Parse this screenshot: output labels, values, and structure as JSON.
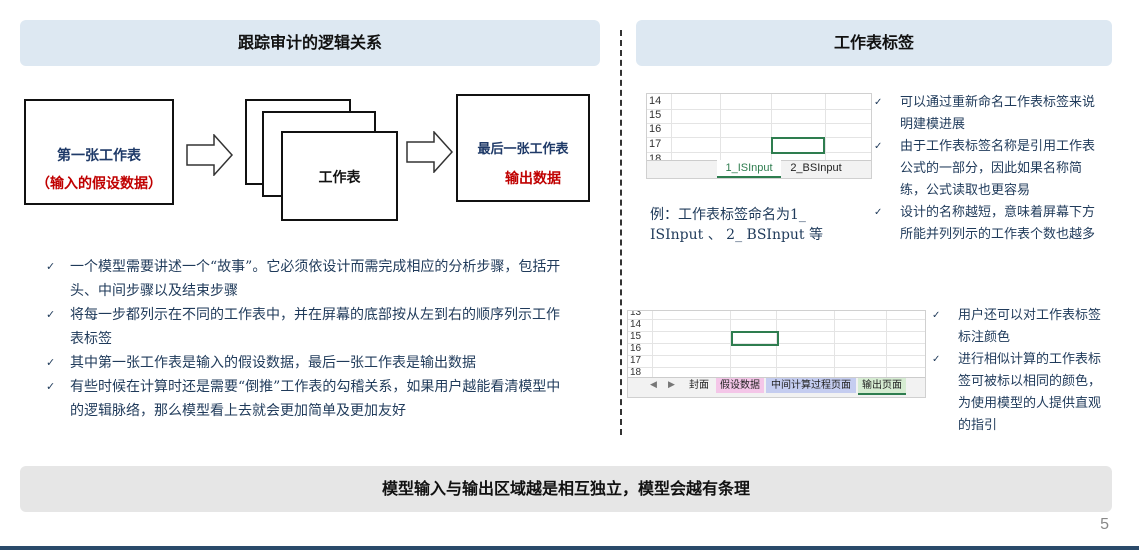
{
  "left_header": "跟踪审计的逻辑关系",
  "right_header": "工作表标签",
  "flow": {
    "first_line1": "第一张工作表",
    "first_line2": "（输入的假设数据）",
    "middle": "工作表",
    "last_line1": "最后一张工作表",
    "last_line2": "输出数据"
  },
  "left_bullets": [
    "一个模型需要讲述一个“故事”。它必须依设计而需完成相应的分析步骤，包括开头、中间步骤以及结束步骤",
    "将每一步都列示在不同的工作表中，并在屏幕的底部按从左到右的顺序列示工作表标签",
    "其中第一张工作表是输入的假设数据，最后一张工作表是输出数据",
    "有些时候在计算时还是需要“倒推”工作表的勾稽关系，如果用户越能看清模型中的逻辑脉络，那么模型看上去就会更加简单及更加友好"
  ],
  "sheet1": {
    "rows": [
      "14",
      "15",
      "16",
      "17",
      "18"
    ],
    "tabs": [
      "1_ISInput",
      "2_BSInput"
    ]
  },
  "sheet1_caption": "例：工作表标签命名为1_ ISInput 、 2_ BSInput 等",
  "right_bullets_1": [
    "可以通过重新命名工作表标签来说明建模进展",
    "由于工作表标签名称是引用工作表公式的一部分，因此如果名称简练，公式读取也更容易",
    "设计的名称越短，意味着屏幕下方所能并列列示的工作表个数也越多"
  ],
  "sheet2": {
    "rows": [
      "13",
      "14",
      "15",
      "16",
      "17",
      "18"
    ],
    "tabs": [
      "封面",
      "假设数据",
      "中间计算过程页面",
      "输出页面"
    ],
    "tab_colors": [
      "#ffffff",
      "#f4c6e8",
      "#c5cdf0",
      "#d6ecd2"
    ]
  },
  "right_bullets_2": [
    "用户还可以对工作表标签标注颜色",
    "进行相似计算的工作表标签可被标以相同的颜色，为使用模型的人提供直观的指引"
  ],
  "bottom_banner": "模型输入与输出区域越是相互独立，模型会越有条理",
  "page_number": "5"
}
